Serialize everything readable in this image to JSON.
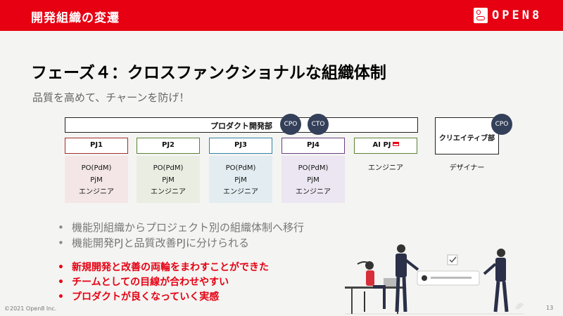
{
  "header": {
    "title": "開発組織の変遷",
    "logo_text": "OPEN8",
    "bar_color": "#e60012"
  },
  "slide": {
    "heading": "フェーズ４：クロスファンクショナルな組織体制",
    "subtitle": "品質を高めて、チャーンを防げ！"
  },
  "org_chart": {
    "department": "プロダクト開発部",
    "creative": "クリエイティブ部",
    "badges": {
      "cpo_1": "CPO",
      "cto": "CTO",
      "cpo_2": "CPO"
    },
    "projects": [
      {
        "label": "PJ1",
        "roles": [
          "PO(PdM)",
          "PjM",
          "エンジニア"
        ]
      },
      {
        "label": "PJ2",
        "roles": [
          "PO(PdM)",
          "PjM",
          "エンジニア"
        ]
      },
      {
        "label": "PJ3",
        "roles": [
          "PO(PdM)",
          "PjM",
          "エンジニア"
        ]
      },
      {
        "label": "PJ4",
        "roles": [
          "PO(PdM)",
          "PjM",
          "エンジニア"
        ]
      },
      {
        "label": "AI PJ",
        "roles": [
          "エンジニア"
        ]
      }
    ],
    "creative_role": "デザイナー"
  },
  "bullets": [
    "機能別組織からプロジェクト別の組織体制へ移行",
    "機能開発PJと品質改善PJに分けられる"
  ],
  "highlight_bullets": [
    "新規開発と改善の両輪をまわすことができた",
    "チームとしての目線が合わせやすい",
    "プロダクトが良くなっていく実感"
  ],
  "footer": {
    "copyright": "©2021 Open8 Inc.",
    "page_number": "13"
  }
}
